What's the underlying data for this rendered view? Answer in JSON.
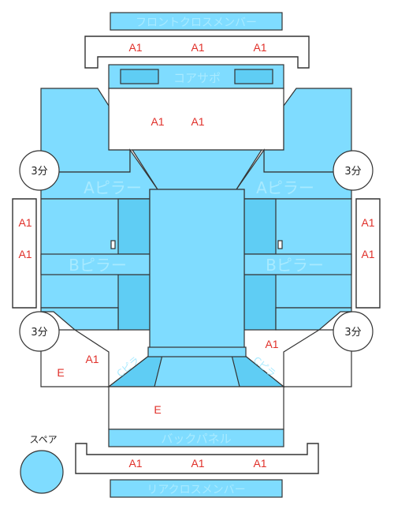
{
  "parts": {
    "front_cross_member": "フロントクロスメンバー",
    "core_support": "コアサポ",
    "a_pillar_left": "Aピラー",
    "a_pillar_right": "Aピラー",
    "b_pillar_left": "Bピラー",
    "b_pillar_right": "Bピラー",
    "back_panel": "バックパネル",
    "rear_cross_member": "リアクロスメンバー",
    "c_pillar_left": "Cピラ",
    "c_pillar_right": "Cピラ"
  },
  "grades": {
    "a1": "A1",
    "e": "E"
  },
  "circles": {
    "label": "3分"
  },
  "legend": {
    "spare_label": "スペア"
  },
  "colors": {
    "panel": "#7fdcff",
    "panel_dark": "#4cc3ec",
    "grade_text": "#e0302a"
  }
}
